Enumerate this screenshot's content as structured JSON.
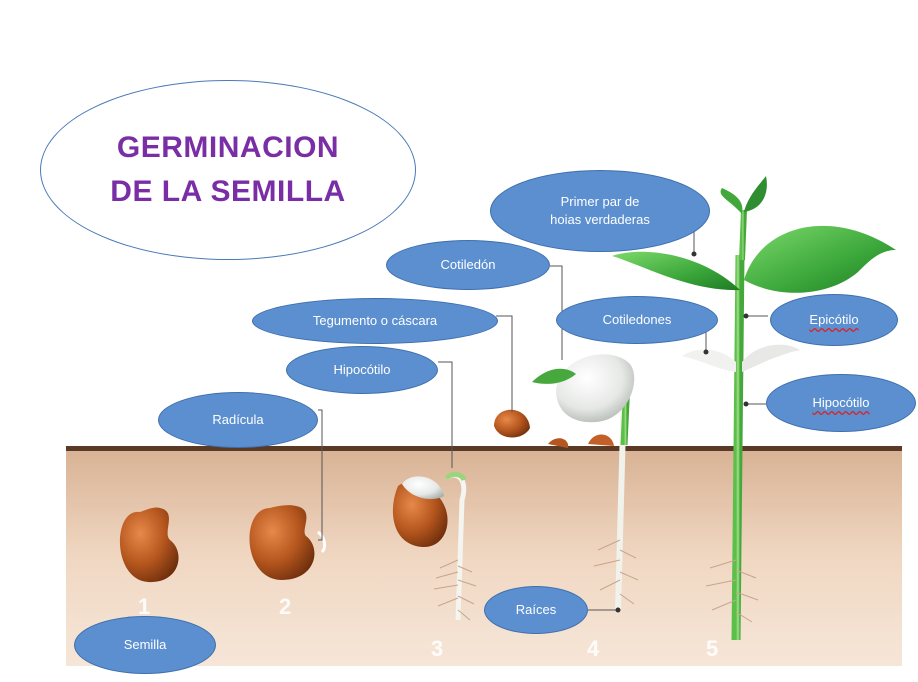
{
  "title": {
    "line1": "GERMINACION",
    "line2": "DE LA SEMILLA"
  },
  "labels": {
    "primer_par": {
      "line1": "Primer par de",
      "line2": "hoias verdaderas"
    },
    "cotiledon": "Cotiledón",
    "tegumento": "Tegumento o cáscara",
    "cotiledones": "Cotiledones",
    "hipocotilo_left": "Hipocótilo",
    "radicula": "Radícula",
    "epicotilo": "Epicótilo",
    "hipocotilo_right": "Hipocótilo",
    "raices": "Raíces",
    "semilla": "Semilla"
  },
  "stages": [
    "1",
    "2",
    "3",
    "4",
    "5"
  ],
  "colors": {
    "title": "#7a2ea6",
    "label_fill": "#5b8fd0",
    "label_border": "#3e6fae",
    "soil": "#e3c1a6",
    "soil_line": "#5a3a26",
    "seed": "#b5561e",
    "leaf": "#39a33a"
  }
}
